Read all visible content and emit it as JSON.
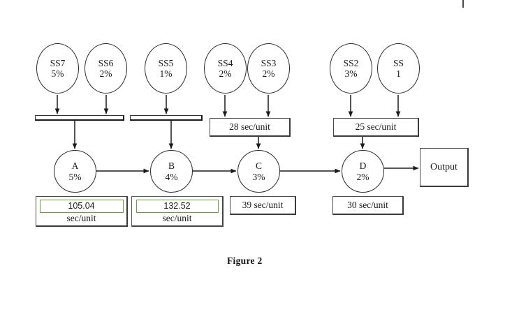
{
  "figure": {
    "caption": "Figure 2",
    "corner_mark": "page-tick"
  },
  "colors": {
    "stroke": "#2b2b2b",
    "green_accent": "#6f9b4d",
    "background": "#ffffff",
    "text": "#1a1a1a"
  },
  "suppliers": [
    {
      "id": "ss7",
      "name": "SS7",
      "rate": "5%"
    },
    {
      "id": "ss6",
      "name": "SS6",
      "rate": "2%"
    },
    {
      "id": "ss5",
      "name": "SS5",
      "rate": "1%"
    },
    {
      "id": "ss4",
      "name": "SS4",
      "rate": "2%"
    },
    {
      "id": "ss3",
      "name": "SS3",
      "rate": "2%"
    },
    {
      "id": "ss2",
      "name": "SS2",
      "rate": "3%"
    },
    {
      "id": "ss1",
      "name": "SS",
      "rate": "1"
    }
  ],
  "inventory_bars": [
    {
      "id": "bar-left",
      "label": ""
    },
    {
      "id": "bar-right",
      "label": ""
    }
  ],
  "upper_boxes": [
    {
      "id": "box-28",
      "text": "28 sec/unit"
    },
    {
      "id": "box-25",
      "text": "25 sec/unit"
    }
  ],
  "processes": [
    {
      "id": "a",
      "name": "A",
      "rate": "5%"
    },
    {
      "id": "b",
      "name": "B",
      "rate": "4%"
    },
    {
      "id": "c",
      "name": "C",
      "rate": "3%"
    },
    {
      "id": "d",
      "name": "D",
      "rate": "2%"
    }
  ],
  "process_time_boxes": [
    {
      "id": "time-a",
      "value": "105.04",
      "unit": "sec/unit",
      "highlighted": true
    },
    {
      "id": "time-b",
      "value": "132.52",
      "unit": "sec/unit",
      "highlighted": true
    },
    {
      "id": "time-c",
      "text": "39 sec/unit",
      "highlighted": false
    },
    {
      "id": "time-d",
      "text": "30 sec/unit",
      "highlighted": false
    }
  ],
  "output": {
    "label": "Output"
  }
}
